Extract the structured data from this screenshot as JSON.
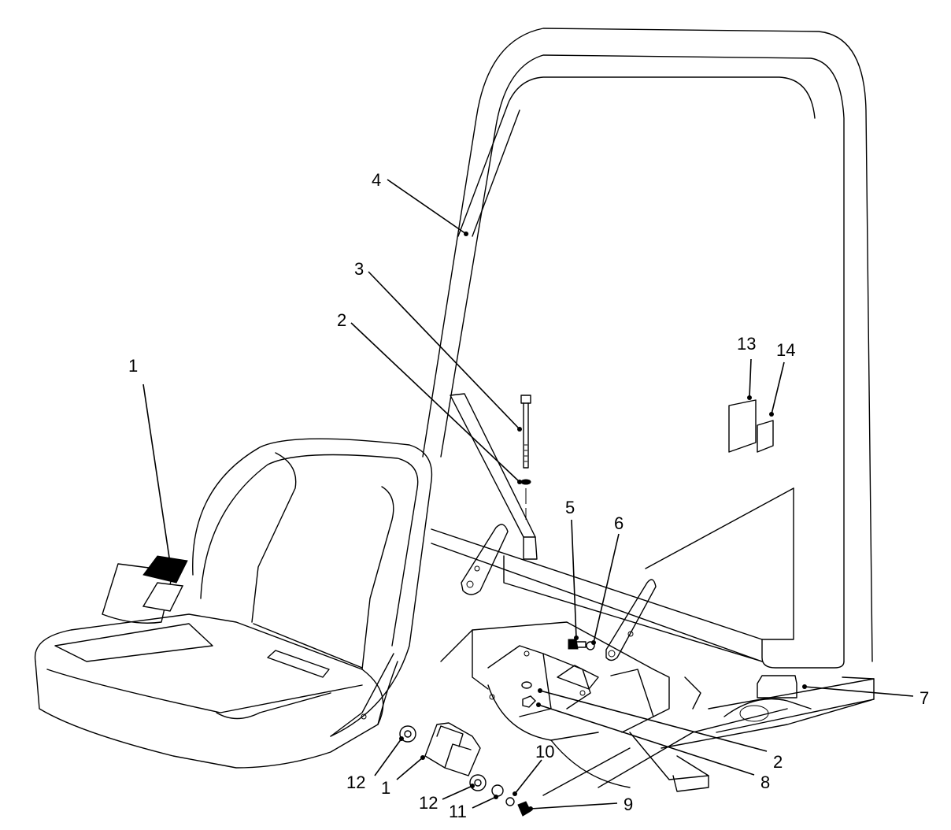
{
  "callouts": {
    "c1_seat_belt_top": "1",
    "c1_seat_belt_bottom": "1",
    "c2_top": "2",
    "c2_bottom": "2",
    "c3": "3",
    "c4": "4",
    "c5": "5",
    "c6": "6",
    "c7": "7",
    "c8": "8",
    "c9": "9",
    "c10": "10",
    "c11": "11",
    "c12_left": "12",
    "c12_right": "12",
    "c13": "13",
    "c14": "14"
  }
}
